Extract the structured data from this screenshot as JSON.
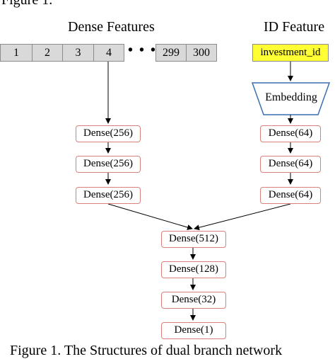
{
  "captions": {
    "top": "Figure 1.",
    "bottom": "Figure 1. The Structures of dual branch network"
  },
  "headings": {
    "dense_features": "Dense Features",
    "id_feature": "ID Feature"
  },
  "feature_cells": [
    "1",
    "2",
    "3",
    "4",
    "299",
    "300"
  ],
  "ellipsis": "• • •",
  "id_input": "investment_id",
  "embedding": "Embedding",
  "left_branch": [
    "Dense(256)",
    "Dense(256)",
    "Dense(256)"
  ],
  "right_branch": [
    "Dense(64)",
    "Dense(64)",
    "Dense(64)"
  ],
  "merged": [
    "Dense(512)",
    "Dense(128)",
    "Dense(32)",
    "Dense(1)"
  ],
  "colors": {
    "feature_cell_fill": "#d9d9d9",
    "id_fill": "#ffff33",
    "dense_border": "#d9807c",
    "embedding_border": "#3a6fb0",
    "arrow": "#000000"
  }
}
